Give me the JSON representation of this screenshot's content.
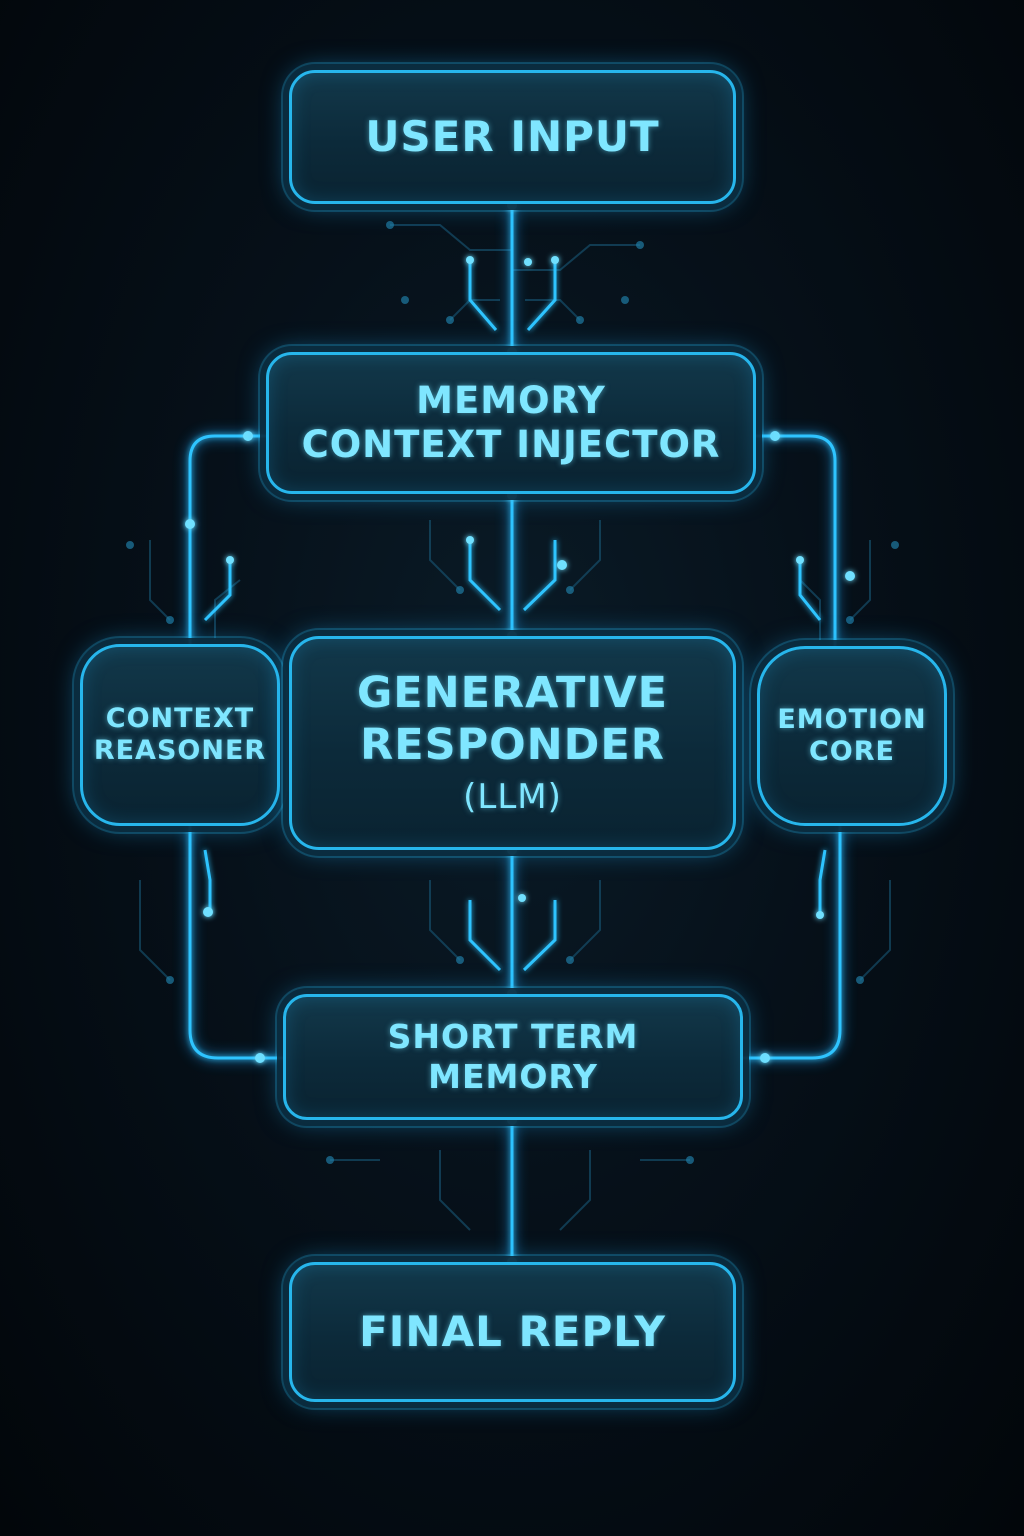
{
  "colors": {
    "background": "#03080d",
    "accent": "#27b6ec",
    "text": "#7fe6ff",
    "node_fill": "#0c2a3a"
  },
  "nodes": {
    "user_input": {
      "lines": [
        "USER INPUT"
      ]
    },
    "memory_context_injector": {
      "lines": [
        "MEMORY",
        "CONTEXT INJECTOR"
      ]
    },
    "generative_responder": {
      "lines": [
        "GENERATIVE",
        "RESPONDER",
        "(LLM)"
      ]
    },
    "context_reasoner": {
      "lines": [
        "CONTEXT",
        "REASONER"
      ]
    },
    "emotion_core": {
      "lines": [
        "EMOTION",
        "CORE"
      ]
    },
    "short_term_memory": {
      "lines": [
        "SHORT TERM",
        "MEMORY"
      ]
    },
    "final_reply": {
      "lines": [
        "FINAL REPLY"
      ]
    }
  },
  "edges": [
    {
      "from": "user_input",
      "to": "memory_context_injector"
    },
    {
      "from": "memory_context_injector",
      "to": "generative_responder"
    },
    {
      "from": "memory_context_injector",
      "to": "context_reasoner"
    },
    {
      "from": "memory_context_injector",
      "to": "emotion_core"
    },
    {
      "from": "generative_responder",
      "to": "short_term_memory"
    },
    {
      "from": "context_reasoner",
      "to": "short_term_memory"
    },
    {
      "from": "emotion_core",
      "to": "short_term_memory"
    },
    {
      "from": "short_term_memory",
      "to": "final_reply"
    }
  ]
}
